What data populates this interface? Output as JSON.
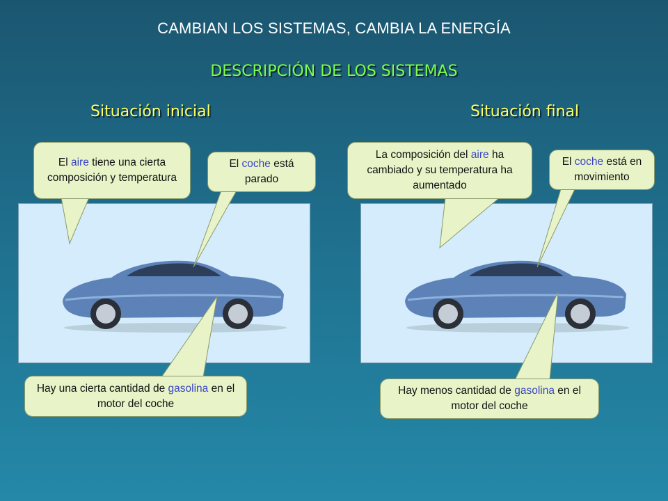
{
  "title": "CAMBIAN LOS SISTEMAS, CAMBIA LA ENERGÍA",
  "subtitle": "DESCRIPCIÓN DE LOS SISTEMAS",
  "initial": {
    "heading": "Situación inicial",
    "air_bubble": {
      "pre": "El ",
      "hl": "aire",
      "post": " tiene una cierta composición y temperatura"
    },
    "car_bubble": {
      "pre": "El ",
      "hl": "coche",
      "post": " está parado"
    },
    "fuel_bubble": {
      "pre": "Hay una cierta cantidad de ",
      "hl": "gasolina",
      "post": " en el motor del coche"
    }
  },
  "final": {
    "heading": "Situación final",
    "air_bubble": {
      "pre": "La composición del ",
      "hl": "aire",
      "post": " ha cambiado y su temperatura ha aumentado"
    },
    "car_bubble": {
      "pre": "El ",
      "hl": "coche",
      "post": " está en movimiento"
    },
    "fuel_bubble": {
      "pre": "Hay menos cantidad de ",
      "hl": "gasolina",
      "post": " en el motor del coche"
    }
  },
  "colors": {
    "highlight": "#3b45c4",
    "bubble": "#e8f3c8",
    "subtitle": "#7cfc4a",
    "heading": "#ffff66"
  }
}
